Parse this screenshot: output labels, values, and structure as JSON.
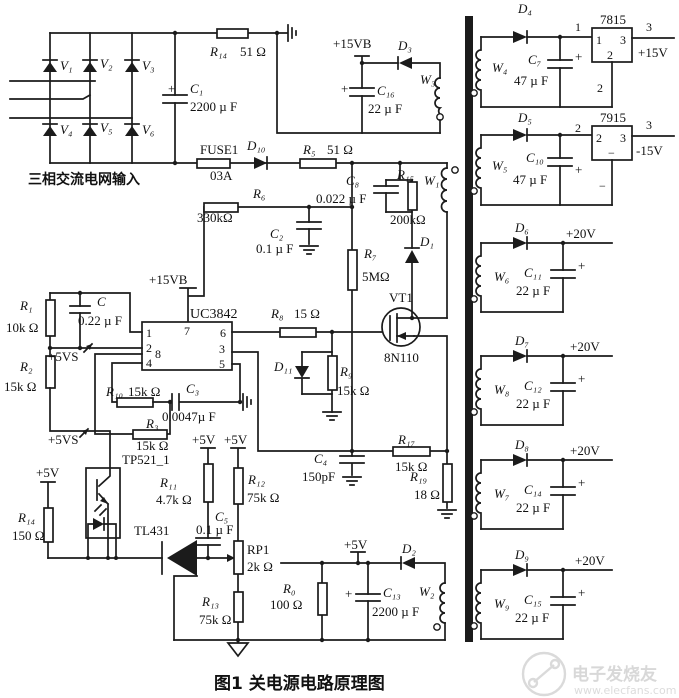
{
  "figure": {
    "caption": "图1  关电源电路原理图",
    "three_phase_input": "三相交流电网输入",
    "watermark_brand": "电子发烧友",
    "watermark_url": "www.elecfans.com",
    "plus": "+"
  },
  "nets": {
    "vb15_top": "+15VB",
    "vb15_ic": "+15VB",
    "vs5_div": "+5VS",
    "vs5_opto": "+5VS",
    "v5_r14": "+5V",
    "v5_r11": "+5V",
    "v5_r12": "+5V",
    "v5_out": "+5V",
    "out_p15": "+15V",
    "out_n15": "-15V",
    "out_20a": "+20V",
    "out_20b": "+20V",
    "out_20c": "+20V",
    "out_20d": "+20V"
  },
  "components": {
    "v1": "V₁",
    "v2": "V₂",
    "v3": "V₃",
    "v4": "V₄",
    "v5": "V₅",
    "v6": "V₆",
    "c1_ref": "C₁",
    "c1_val": "2200 µ F",
    "r14a_ref": "R₁₄",
    "r14a_val": "51 Ω",
    "fuse_ref": "FUSE1",
    "fuse_val": "03A",
    "d10_ref": "D₁₀",
    "r5_ref": "R₅",
    "r5_val": "51 Ω",
    "d3_ref": "D₃",
    "w3_ref": "W₃",
    "c16_ref": "C₁₆",
    "c16_val": "22 µ F",
    "c8_ref": "C₈",
    "c8_val": "0.022 µ F",
    "r15_ref": "R₁₅",
    "r15_val": "200kΩ",
    "w1_ref": "W₁",
    "d1_ref": "D₁",
    "r6_ref": "R₆",
    "r6_val": "330kΩ",
    "c2_ref": "C₂",
    "c2_val": "0.1 µ F",
    "r7_ref": "R₇",
    "r7_val": "5MΩ",
    "ic1_name": "UC3842",
    "r1_ref": "R₁",
    "r1_val": "10k Ω",
    "r2_ref": "R₂",
    "r2_val": "15k Ω",
    "c0_ref": "C",
    "c0_val": "0.22 µ F",
    "r10_ref": "R₁₀",
    "r10_val": "15k Ω",
    "c3_ref": "C₃",
    "c3_val": "0.0047µ F",
    "r3_ref": "R₃",
    "r3_val": "15k Ω",
    "r8_ref": "R₈",
    "r8_val": "15 Ω",
    "d11_ref": "D₁₁",
    "r9_ref": "R₉",
    "r9_val": "15k Ω",
    "vt1_ref": "VT1",
    "vt1_part": "8N110",
    "c4_ref": "C₄",
    "c4_val": "150pF",
    "r17_ref": "R₁₇",
    "r17_val": "15k Ω",
    "r19_ref": "R₁₉",
    "r19_val": "18 Ω",
    "opto_part": "TP521_1",
    "r14b_ref": "R₁₄",
    "r14b_val": "150 Ω",
    "r11_ref": "R₁₁",
    "r11_val": "4.7k Ω",
    "r12_ref": "R₁₂",
    "r12_val": "75k Ω",
    "c5_ref": "C₅",
    "c5_val": "0.1 µ F",
    "shunt_part": "TL431",
    "rp1_ref": "RP1",
    "rp1_val": "2k Ω",
    "r13_ref": "R₁₃",
    "r13_val": "75k Ω",
    "r0_ref": "R₀",
    "r0_val": "100 Ω",
    "c13_ref": "C₁₃",
    "c13_val": "2200 µ F",
    "d2_ref": "D₂",
    "w2_ref": "W₂",
    "d4_ref": "D₄",
    "w4_ref": "W₄",
    "c7_ref": "C₇",
    "c7_val": "47 µ F",
    "d5_ref": "D₅",
    "w5_ref": "W₅",
    "c10_ref": "C₁₀",
    "c10_val": "47 µ F",
    "d6_ref": "D₆",
    "w6_ref": "W₆",
    "c11_ref": "C₁₁",
    "c11_val": "22 µ F",
    "d7_ref": "D₇",
    "w8_ref": "W₈",
    "c12_ref": "C₁₂",
    "c12_val": "22 µ F",
    "d8_ref": "D₈",
    "w7_ref": "W₇",
    "c14_ref": "C₁₄",
    "c14_val": "22 µ F",
    "d9_ref": "D₉",
    "w9_ref": "W₉",
    "c15_ref": "C₁₅",
    "c15_val": "22 µ F"
  },
  "ic_uc3842_pins": {
    "p1": "1",
    "p2": "2",
    "p8": "8",
    "p4": "4",
    "p7": "7",
    "p6": "6",
    "p3": "3",
    "p5": "5"
  },
  "reg7815": {
    "name": "7815",
    "pin_in": "1",
    "pin_out": "3",
    "pin_gnd": "2",
    "lead_in": "1",
    "lead_out": "3",
    "lead_gnd": "2"
  },
  "reg7915": {
    "name": "7915",
    "pin_in": "2",
    "pin_out": "3",
    "pin_gnd": "−",
    "lead_in": "2",
    "lead_out": "3",
    "lead_gnd": "−"
  }
}
